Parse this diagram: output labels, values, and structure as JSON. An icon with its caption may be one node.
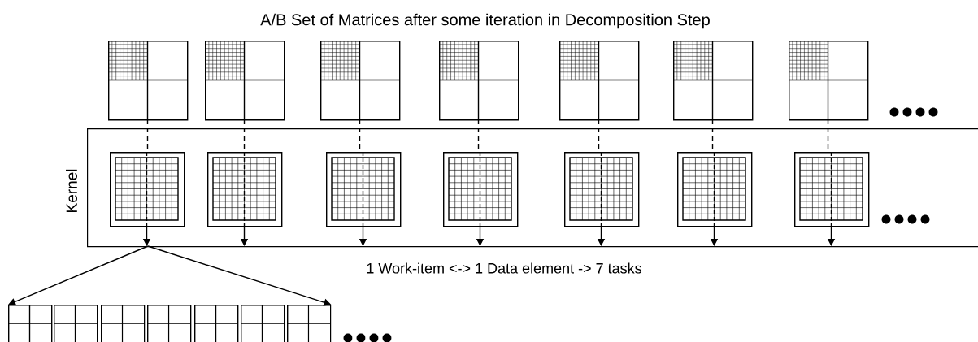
{
  "diagram": {
    "title": "A/B Set of Matrices after some iteration in Decomposition Step",
    "nodes": [
      {
        "text": [
          "Kernel"
        ]
      },
      {
        "text": [],
        "shape": "box"
      },
      {
        "text": [],
        "shape": "box"
      },
      {
        "text": [],
        "shape": "box"
      },
      {
        "text": [],
        "shape": "box"
      },
      {
        "text": [],
        "shape": "box"
      },
      {
        "text": [],
        "shape": "box"
      },
      {
        "text": [],
        "shape": "box"
      },
      {
        "text": [],
        "shape": "box",
        "in": 0
      },
      {
        "text": [],
        "shape": "box",
        "in": 0
      },
      {
        "text": [],
        "shape": "box",
        "in": 0
      },
      {
        "text": [],
        "shape": "box",
        "in": 0
      },
      {
        "text": [],
        "shape": "box",
        "in": 0
      },
      {
        "text": [],
        "shape": "box",
        "in": 0
      },
      {
        "text": [],
        "shape": "box",
        "in": 0
      },
      {
        "text": [],
        "shape": "box"
      },
      {
        "text": [],
        "shape": "box"
      },
      {
        "text": [],
        "shape": "box"
      },
      {
        "text": [],
        "shape": "box"
      },
      {
        "text": [],
        "shape": "box"
      },
      {
        "text": [],
        "shape": "box"
      },
      {
        "text": [],
        "shape": "box"
      }
    ],
    "edges": [
      {
        "from": 1,
        "to": 8,
        "arrow": "none",
        "style": "dashed"
      },
      {
        "from": 2,
        "to": 9,
        "arrow": "none",
        "style": "dashed"
      },
      {
        "from": 3,
        "to": 10,
        "arrow": "none",
        "style": "dashed"
      },
      {
        "from": 4,
        "to": 11,
        "arrow": "none",
        "style": "dashed"
      },
      {
        "from": 5,
        "to": 12,
        "arrow": "none",
        "style": "dashed"
      },
      {
        "from": 6,
        "to": 13,
        "arrow": "none",
        "style": "dashed"
      },
      {
        "from": 7,
        "to": 14,
        "arrow": "none",
        "style": "dashed"
      },
      {
        "from": 8,
        "to": 0,
        "arrow": "to"
      },
      {
        "from": 9,
        "to": 0,
        "arrow": "to"
      },
      {
        "from": 10,
        "to": 0,
        "arrow": "to"
      },
      {
        "from": 11,
        "to": 0,
        "arrow": "to"
      },
      {
        "from": 12,
        "to": 0,
        "arrow": "to"
      },
      {
        "from": 13,
        "to": 0,
        "arrow": "to"
      },
      {
        "from": 14,
        "to": 0,
        "arrow": "to"
      },
      {
        "from": 0,
        "to": 15,
        "arrow": "to"
      },
      {
        "from": 0,
        "to": 21,
        "arrow": "to"
      }
    ],
    "labels": [
      "1 Work-item <-> 1 Data element -> 7 tasks"
    ]
  }
}
